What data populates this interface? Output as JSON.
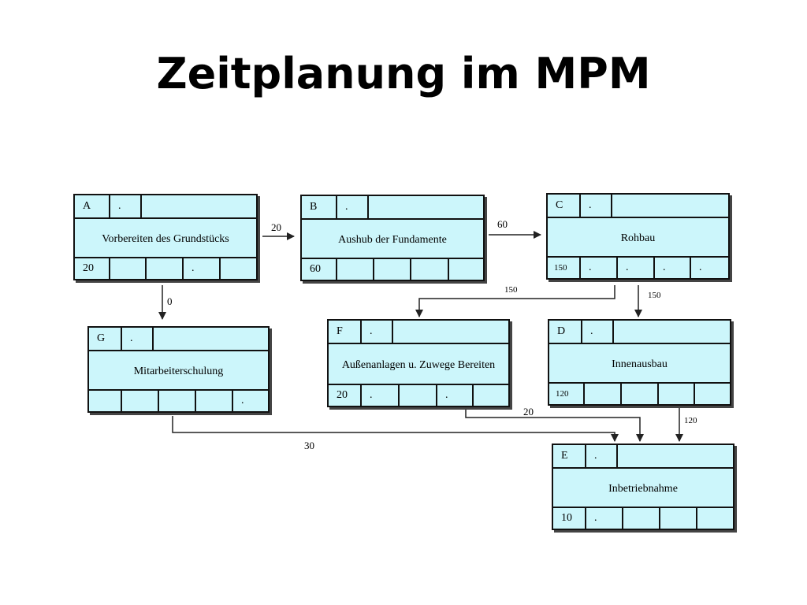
{
  "title": "Zeitplanung im MPM",
  "nodes": {
    "A": {
      "id": "A",
      "dot": ".",
      "name": "Vorbereiten des Grundstücks",
      "duration": "20",
      "bottom": [
        "",
        "",
        ".",
        ""
      ]
    },
    "B": {
      "id": "B",
      "dot": ".",
      "name": "Aushub der Fundamente",
      "duration": "60",
      "bottom": [
        "",
        "",
        "",
        ""
      ]
    },
    "C": {
      "id": "C",
      "dot": ".",
      "name": "Rohbau",
      "duration": "150",
      "bottom": [
        ".",
        ".",
        ".",
        "."
      ]
    },
    "G": {
      "id": "G",
      "dot": ".",
      "name": "Mitarbeiterschulung",
      "duration": "",
      "bottom": [
        "",
        "",
        "",
        "."
      ]
    },
    "F": {
      "id": "F",
      "dot": ".",
      "name": "Außenanlagen u. Zuwege Bereiten",
      "duration": "20",
      "bottom": [
        ".",
        "",
        ".",
        ""
      ]
    },
    "D": {
      "id": "D",
      "dot": ".",
      "name": "Innenausbau",
      "duration": "120",
      "bottom": [
        "",
        "",
        "",
        ""
      ]
    },
    "E": {
      "id": "E",
      "dot": ".",
      "name": "Inbetriebnahme",
      "duration": "10",
      "bottom": [
        ".",
        "",
        "",
        ""
      ]
    }
  },
  "edges": {
    "A_B": "20",
    "B_C": "60",
    "C_F": "150",
    "C_D": "150",
    "A_G": "0",
    "G_E": "30",
    "F_E": "20",
    "D_E": "120"
  }
}
